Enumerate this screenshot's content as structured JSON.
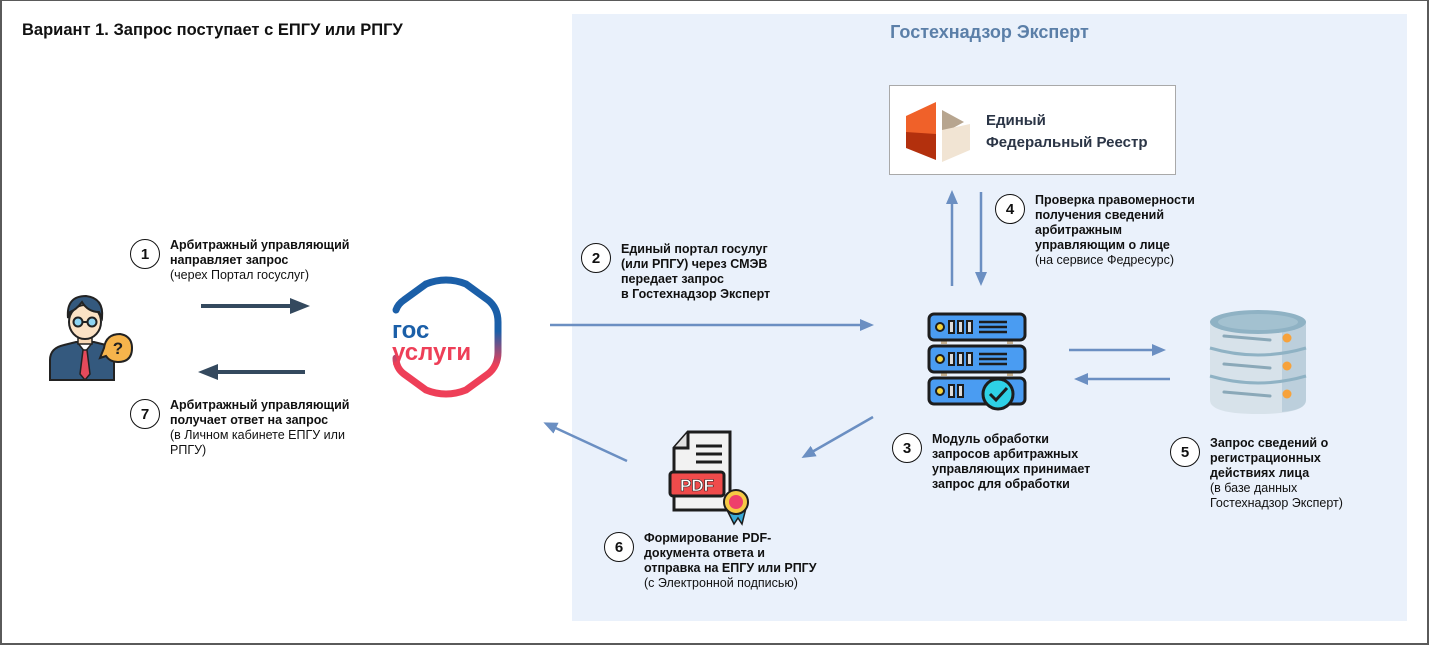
{
  "title": "Вариант 1. Запрос поступает с ЕПГУ или РПГУ",
  "panel": {
    "title": "Гостехнадзор Эксперт",
    "background_color": "#eaf1fb",
    "title_color": "#5b7fa8"
  },
  "logos": {
    "efr": {
      "line1": "Единый",
      "line2": "Федеральный Реестр"
    },
    "gosuslugi": {
      "line1": "гос",
      "line2": "услуги"
    },
    "pdf_label": "PDF"
  },
  "icons": {
    "user": "user-with-question-icon",
    "server": "server-check-icon",
    "database": "database-icon",
    "pdf": "pdf-certificate-icon"
  },
  "steps": [
    {
      "num": "1",
      "bold": [
        "Арбитражный управляющий",
        "направляет запрос"
      ],
      "sub": [
        "(черех Портал госуслуг)"
      ]
    },
    {
      "num": "2",
      "bold": [
        "Единый портал госулуг",
        "(или РПГУ) через СМЭВ",
        "передает запрос",
        "в Гостехнадзор Эксперт"
      ],
      "sub": []
    },
    {
      "num": "3",
      "bold": [
        "Модуль обработки",
        "запросов арбитражных",
        "управляющих принимает",
        "запрос для обработки"
      ],
      "sub": []
    },
    {
      "num": "4",
      "bold": [
        "Проверка правомерности",
        "получения сведений",
        "арбитражным",
        "управляющим о лице"
      ],
      "sub": [
        "(на сервисе Федресурс)"
      ]
    },
    {
      "num": "5",
      "bold": [
        "Запрос сведений о",
        "регистрационных",
        "действиях лица"
      ],
      "sub": [
        "(в базе данных",
        "Гостехнадзор Эксперт)"
      ]
    },
    {
      "num": "6",
      "bold": [
        "Формирование PDF-",
        "документа ответа и",
        "отправка на ЕПГУ или РПГУ"
      ],
      "sub": [
        "(с Электронной подписью)"
      ]
    },
    {
      "num": "7",
      "bold": [
        "Арбитражный управляющий",
        "получает ответ на запрос"
      ],
      "sub": [
        "(в Личном кабинете ЕПГУ или",
        "РПГУ)"
      ]
    }
  ],
  "colors": {
    "arrow_dark": "#34495e",
    "arrow_blue": "#6b8fc2"
  }
}
